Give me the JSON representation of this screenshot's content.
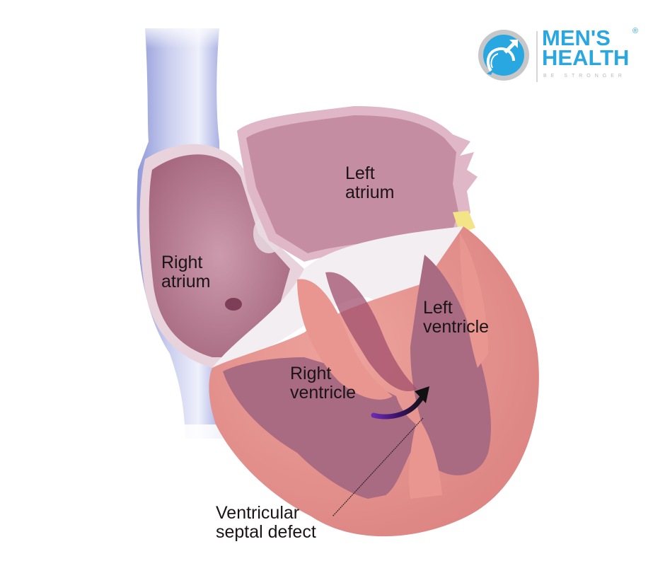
{
  "logo": {
    "title": "MEN'S\nHEALTH",
    "registered_mark": "®",
    "tagline": "BE STRONGER",
    "icon": "male-symbol-chat-bubble-icon",
    "brand_color": "#29a7e1",
    "ring_color": "#c7c7c9"
  },
  "diagram": {
    "subject": "heart cross-section with ventricular septal defect",
    "labels": {
      "left_atrium": "Left\natrium",
      "right_atrium": "Right\natrium",
      "left_ventricle": "Left\nventricle",
      "right_ventricle": "Right\nventricle",
      "vsd": "Ventricular\nseptal defect"
    },
    "colors": {
      "vein": "#b8bfe6",
      "atrium_wall": "#d9aebd",
      "chamber_dark": "#a4687e",
      "myocardium": "#e6948f",
      "valve_white": "#f3eef2",
      "flow_arrow_start": "#5a1a8f",
      "flow_arrow_end": "#111111",
      "fat_yellow": "#f2e487"
    }
  }
}
